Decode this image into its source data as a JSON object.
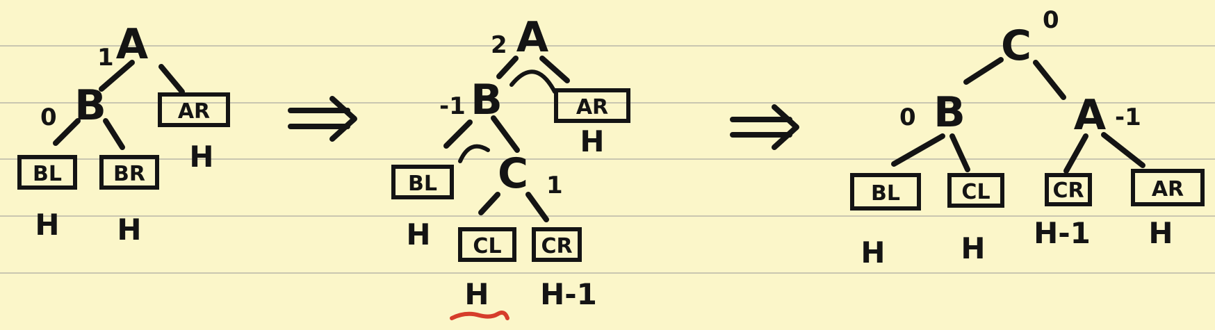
{
  "colors": {
    "paper": "#fbf6c9",
    "ink": "#141414",
    "rule": "#c9c6b0",
    "highlight": "#d63d2b"
  },
  "diagram1": {
    "root": {
      "label": "A",
      "balance": "1"
    },
    "node_b": {
      "label": "B",
      "balance": "0"
    },
    "subtrees": [
      {
        "label": "BL",
        "height": "H"
      },
      {
        "label": "BR",
        "height": "H"
      },
      {
        "label": "AR",
        "height": "H"
      }
    ]
  },
  "diagram2": {
    "root": {
      "label": "A",
      "balance": "2"
    },
    "node_b": {
      "label": "B",
      "balance": "-1"
    },
    "node_c": {
      "label": "C",
      "balance": "1"
    },
    "subtrees": [
      {
        "label": "AR",
        "height": "H"
      },
      {
        "label": "BL",
        "height": "H"
      },
      {
        "label": "CL",
        "height": "H"
      },
      {
        "label": "CR",
        "height": "H-1"
      }
    ]
  },
  "diagram3": {
    "root": {
      "label": "C",
      "balance": "0"
    },
    "node_b": {
      "label": "B",
      "balance": "0"
    },
    "node_a": {
      "label": "A",
      "balance": "-1"
    },
    "subtrees": [
      {
        "label": "BL",
        "height": "H"
      },
      {
        "label": "CL",
        "height": "H"
      },
      {
        "label": "CR",
        "height": "H-1"
      },
      {
        "label": "AR",
        "height": "H"
      }
    ]
  },
  "arrows": [
    "implies-arrow",
    "implies-arrow"
  ]
}
